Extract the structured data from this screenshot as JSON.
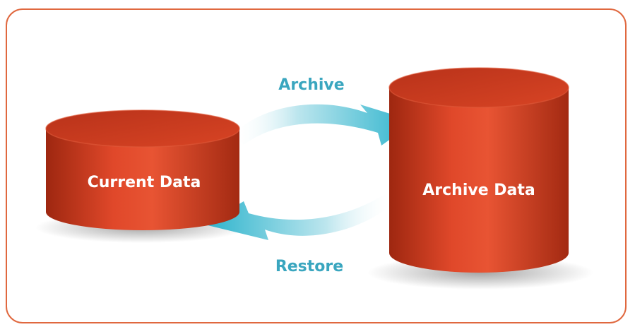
{
  "diagram": {
    "nodes": {
      "current": {
        "label": "Current Data"
      },
      "archive": {
        "label": "Archive Data"
      }
    },
    "edges": {
      "archive": {
        "label": "Archive"
      },
      "restore": {
        "label": "Restore"
      }
    }
  },
  "colors": {
    "frame": "#e0683f",
    "cylinder_body": "#d9401f",
    "cylinder_dark": "#a82a12",
    "cylinder_top": "#c9361a",
    "arrow": "#3db8cf",
    "arrow_label": "#3aa6bf"
  }
}
